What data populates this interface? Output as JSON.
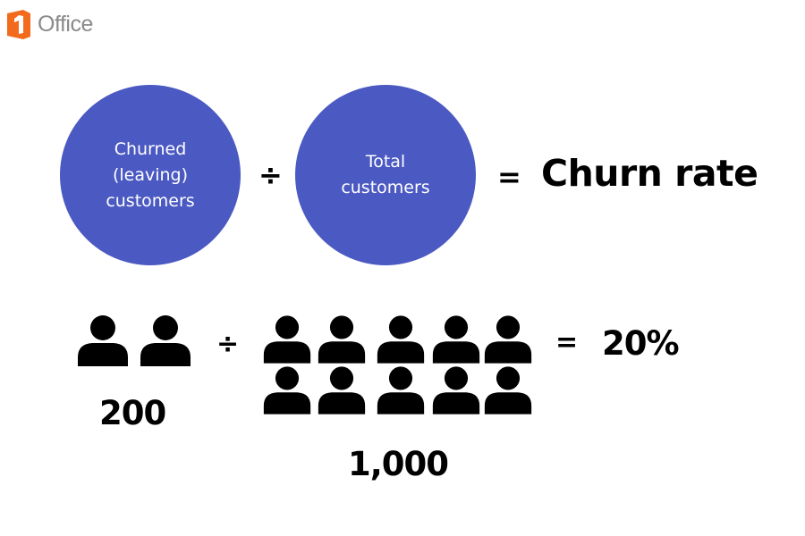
{
  "brand": {
    "name": "Office",
    "accent": "#f26b1d"
  },
  "formula": {
    "numerator_label": "Churned\n(leaving)\ncustomers",
    "denominator_label": "Total\ncustomers",
    "divide_symbol": "÷",
    "equals_symbol": "=",
    "result_label": "Churn rate",
    "circle_color": "#4b59c2"
  },
  "example": {
    "churned_count": "200",
    "total_count": "1,000",
    "divide_symbol": "÷",
    "equals_symbol": "=",
    "result": "20%",
    "churned_icons": 2,
    "total_icons": 10,
    "icon": "person-icon"
  }
}
